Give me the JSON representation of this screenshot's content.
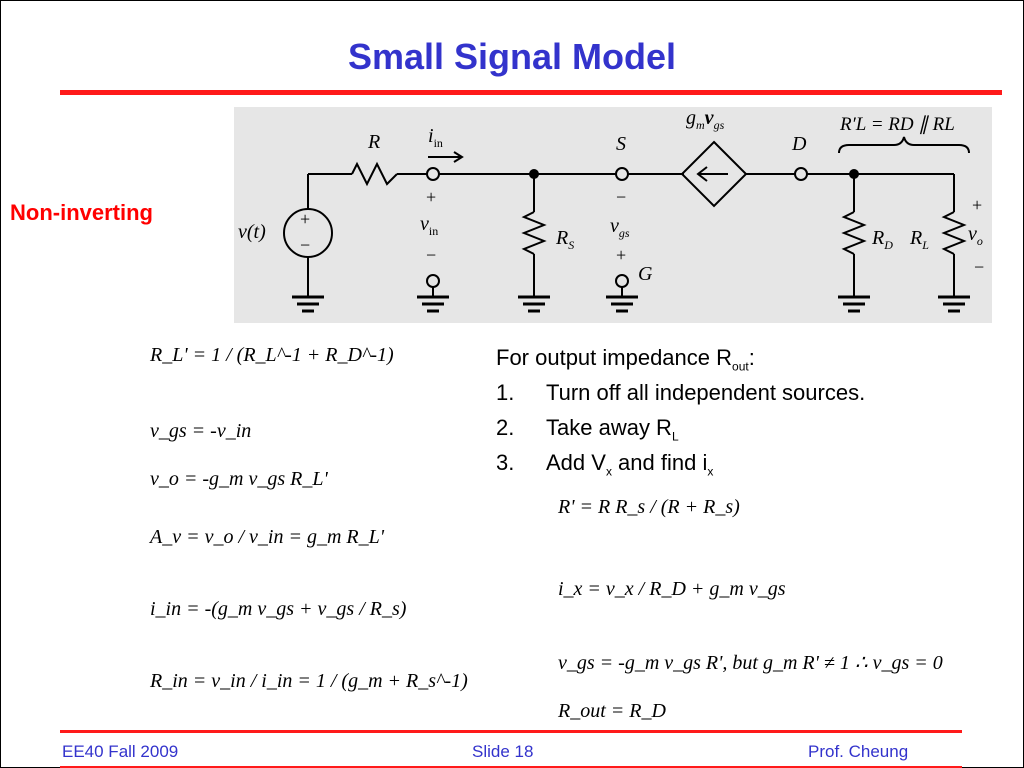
{
  "slide": {
    "title": "Small Signal Model",
    "side_label": "Non-inverting"
  },
  "circuit": {
    "labels": {
      "R": "R",
      "iin": "i",
      "iin_sub": "in",
      "S": "S",
      "gm": "g",
      "gm_sub": "m",
      "vgs_src": "v",
      "vgs_src_sub": "gs",
      "D": "D",
      "rl_prime_eq": "R′L = RD ∥ RL",
      "plus": "+",
      "minus": "−",
      "vt": "v(t)",
      "vin": "v",
      "vin_sub": "in",
      "RS": "R",
      "RS_sub": "S",
      "vgs": "v",
      "vgs_sub": "gs",
      "G": "G",
      "RD": "R",
      "RD_sub": "D",
      "RL": "R",
      "RL_sub": "L",
      "vo": "v",
      "vo_sub": "o"
    }
  },
  "equations_left": [
    "R_L' = 1 / (R_L^-1 + R_D^-1)",
    "v_gs = -v_in",
    "v_o = -g_m v_gs R_L'",
    "A_v = v_o / v_in = g_m R_L'",
    "i_in = -(g_m v_gs + v_gs / R_s)",
    "R_in = v_in / i_in = 1 / (g_m + R_s^-1)"
  ],
  "output_impedance": {
    "heading": "For output impedance R",
    "heading_sub": "out",
    "heading_end": ":",
    "steps": [
      {
        "n": "1.",
        "text": "Turn off all independent sources."
      },
      {
        "n": "2.",
        "text": "Take away R",
        "sub": "L"
      },
      {
        "n": "3.",
        "text": "Add V",
        "sub": "x",
        "text2": " and find i",
        "sub2": "x"
      }
    ]
  },
  "equations_right": [
    "R' = R R_s / (R + R_s)",
    "i_x = v_x / R_D + g_m v_gs",
    "v_gs = -g_m v_gs R', but g_m R' ≠ 1 ∴ v_gs = 0",
    "R_out = R_D"
  ],
  "footer": {
    "left": "EE40 Fall 2009",
    "center": "Slide 18",
    "right": "Prof. Cheung"
  },
  "colors": {
    "title": "#3333cc",
    "accent_rule": "#ff1a1a",
    "side_label": "#ff0000",
    "circuit_bg": "#e6e6e6"
  }
}
